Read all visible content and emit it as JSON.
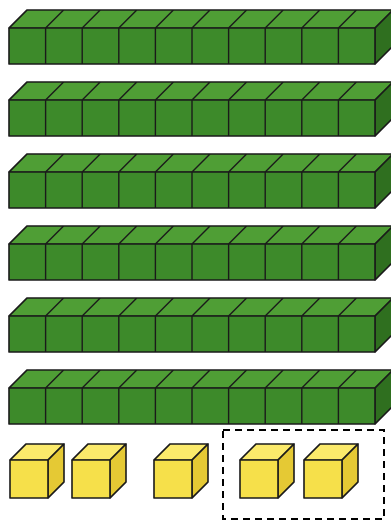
{
  "colors": {
    "ten_rod_front": "#3d8a2a",
    "ten_rod_top": "#4f9e35",
    "ten_rod_side": "#2f6f1f",
    "unit_cube_front": "#f6e04a",
    "unit_cube_top": "#fbea6b",
    "unit_cube_side": "#e5c934",
    "outline": "#1a1a1a",
    "dashed_box": "#000000"
  },
  "blocks": {
    "ten_rods": [
      {
        "units": 10
      },
      {
        "units": 10
      },
      {
        "units": 10
      },
      {
        "units": 10
      },
      {
        "units": 10
      },
      {
        "units": 10
      }
    ],
    "unit_cubes": [
      {
        "grouped": false
      },
      {
        "grouped": false
      },
      {
        "grouped": false
      },
      {
        "grouped": true
      },
      {
        "grouped": true
      }
    ]
  }
}
